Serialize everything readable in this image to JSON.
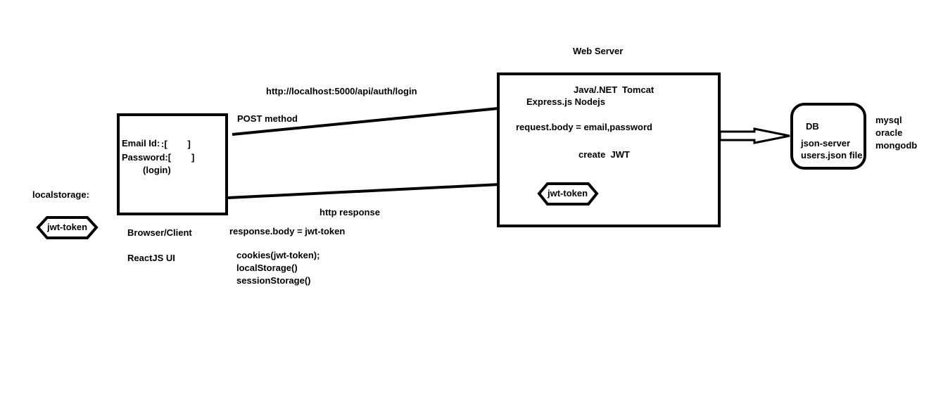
{
  "web_server": {
    "title": "Web Server",
    "tech_line1": "Java/.NET",
    "tech_line1b": "Tomcat",
    "tech_line2": "Express.js Nodejs",
    "request_body": "request.body = email,password",
    "create_jwt": "create  JWT",
    "token": "jwt-token"
  },
  "request": {
    "url": "http://localhost:5000/api/auth/login",
    "method": "POST method"
  },
  "response": {
    "label": "http response",
    "body": "response.body = jwt-token",
    "storage_options": [
      "cookies(jwt-token);",
      "localStorage()",
      "sessionStorage()"
    ]
  },
  "client": {
    "email_label": "Email Id:",
    "email_field": ":[        ]",
    "password_label": "Password:[        ]",
    "login": "(login)",
    "caption": "Browser/Client",
    "ui": "ReactJS UI"
  },
  "local_storage": {
    "label": "localstorage:",
    "token": "jwt-token"
  },
  "database": {
    "title": "DB",
    "line1": "json-server",
    "line2": "users.json file",
    "engines": [
      "mysql",
      "oracle",
      "mongodb"
    ]
  }
}
